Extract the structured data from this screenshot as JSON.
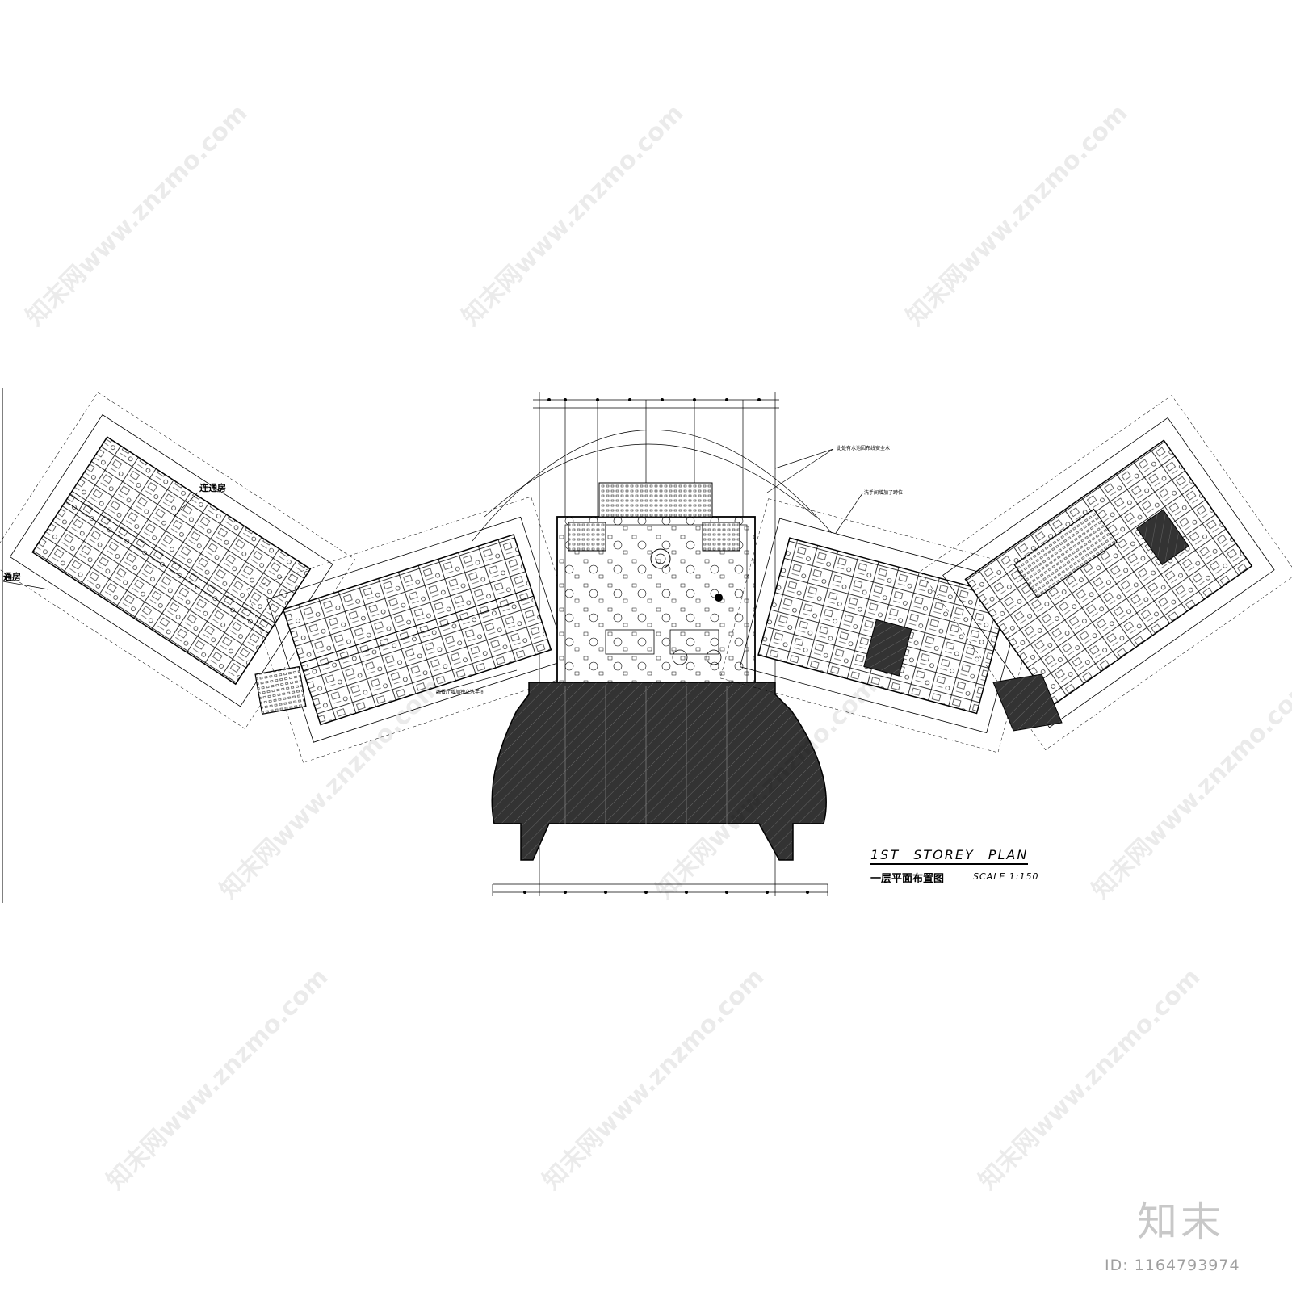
{
  "drawing": {
    "title_en": "1ST  STOREY  PLAN",
    "title_cn": "一层平面布置图",
    "scale": "SCALE 1:150"
  },
  "labels": {
    "connecting_room_1": "连通房",
    "connecting_room_2": "通房",
    "note_top_right_1": "此处有水池因布线安全水",
    "note_top_right_2": "洗手间增加了蹲位",
    "note_bottom_left": "西餐厅增加独立洗手间"
  },
  "watermark": {
    "text": "知末网www.znzmo.com"
  },
  "footer": {
    "logo": "知末",
    "image_id": "ID: 1164793974"
  },
  "colors": {
    "ink": "#000000",
    "hatch_fill": "#333333",
    "watermark": "#d9d9d9",
    "logo": "#c8c8c8"
  }
}
